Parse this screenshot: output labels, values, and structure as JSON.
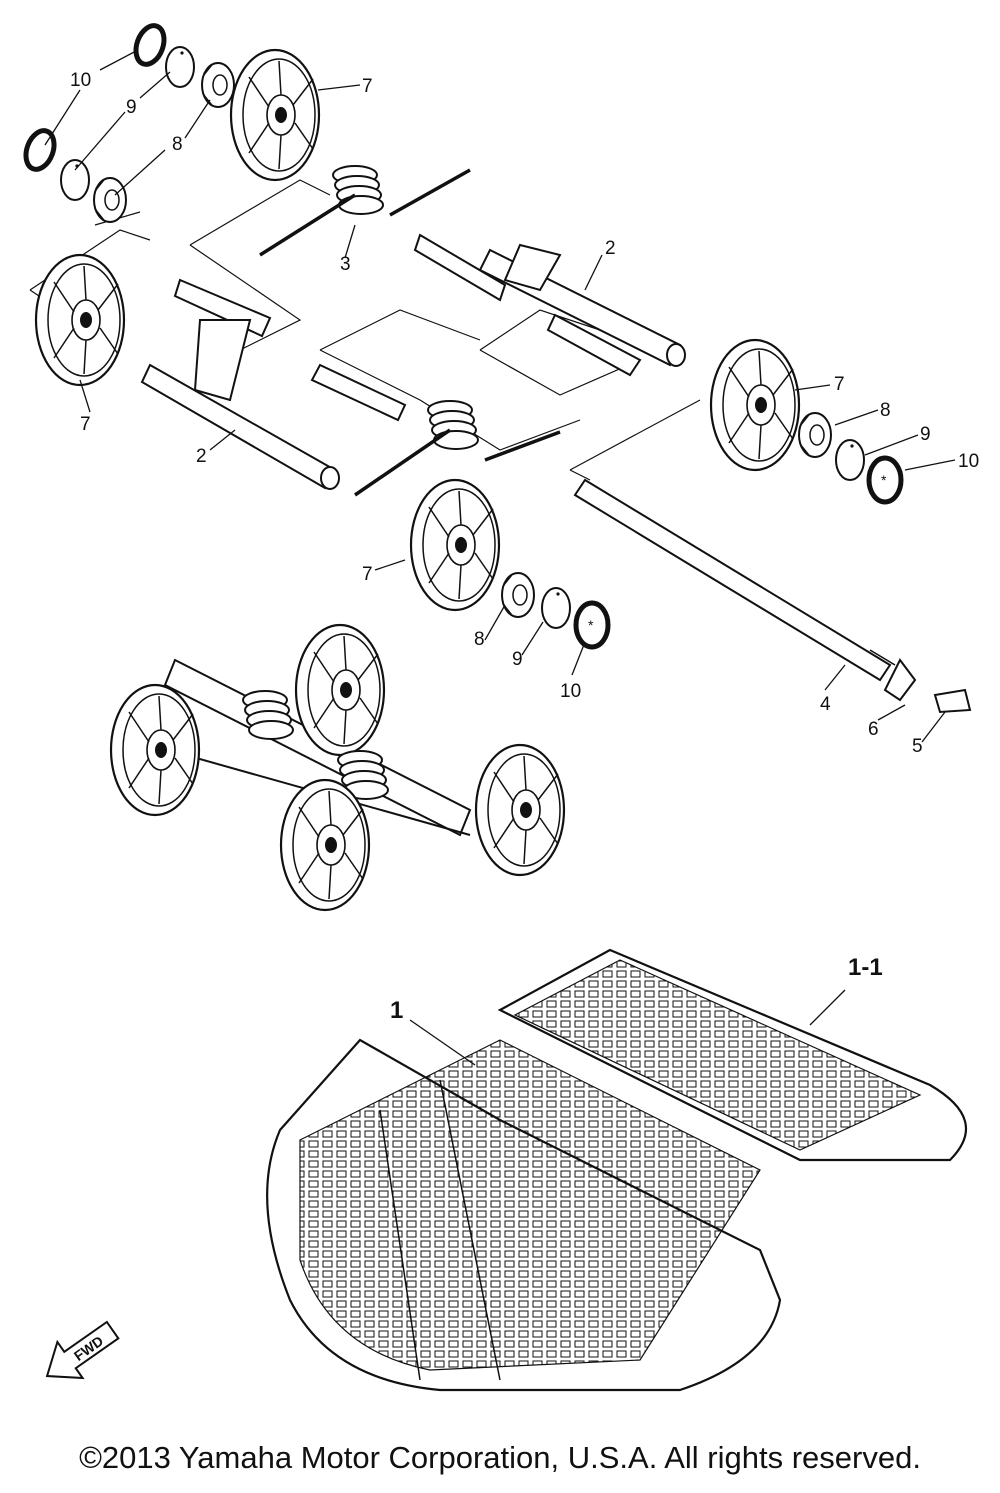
{
  "callouts": {
    "c10_topleft": "10",
    "c9_topleft": "9",
    "c8_topleft": "8",
    "c7_top": "7",
    "c3": "3",
    "c2_right": "2",
    "c7_left": "7",
    "c2_left": "2",
    "c7_right": "7",
    "c8_right": "8",
    "c9_right": "9",
    "c10_right": "10",
    "c7_center": "7",
    "c8_center": "8",
    "c9_center": "9",
    "c10_center": "10",
    "c4": "4",
    "c6": "6",
    "c5": "5",
    "c1": "1",
    "c1_1": "1-1"
  },
  "fwd_label": "FWD",
  "copyright": "©2013 Yamaha Motor Corporation, U.S.A. All rights reserved."
}
